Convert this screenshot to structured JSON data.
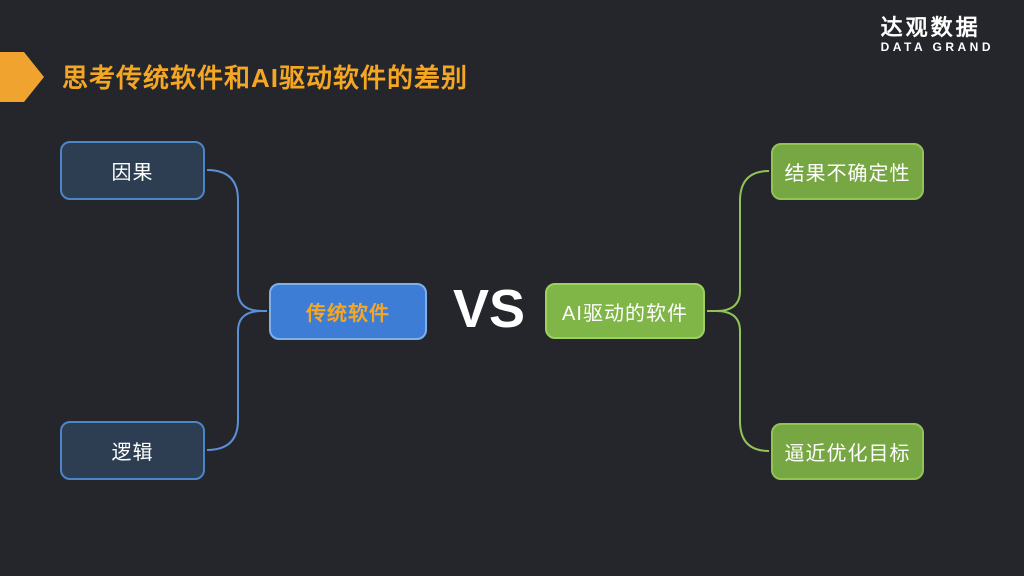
{
  "slide": {
    "title": "思考传统软件和AI驱动软件的差别",
    "logo": {
      "name": "达观数据",
      "subtitle": "DATA GRAND"
    }
  },
  "diagram": {
    "left_children": [
      {
        "label": "因果"
      },
      {
        "label": "逻辑"
      }
    ],
    "left_root": {
      "label": "传统软件"
    },
    "vs_label": "VS",
    "right_root": {
      "label": "AI驱动的软件"
    },
    "right_children": [
      {
        "label": "结果不确定性"
      },
      {
        "label": "逼近优化目标"
      }
    ]
  },
  "colors": {
    "background": "#24262b",
    "accent_orange": "#f5a623",
    "dark_blue_fill": "#2d3e52",
    "dark_blue_border": "#4d85c9",
    "blue_fill": "#3e7dd6",
    "green_root_fill": "#80b548",
    "green_fill": "#77a742",
    "blue_connector": "#5b8fd6",
    "green_connector": "#92c455"
  }
}
